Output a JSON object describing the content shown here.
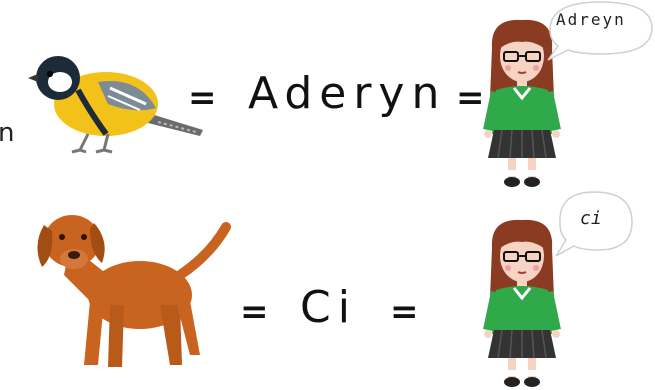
{
  "left_edge_letter": "n",
  "rows": [
    {
      "animal": "bird-icon",
      "word": "Aderyn",
      "equals_left": "=",
      "equals_right": "=",
      "speech": "Adreyn"
    },
    {
      "animal": "dog-icon",
      "word": "Ci",
      "equals_left": "=",
      "equals_right": "=",
      "speech": "ci"
    }
  ],
  "colors": {
    "bird_yellow": "#f2c21b",
    "dog_brown": "#c8641f",
    "girl_jumper": "#2fa94a",
    "girl_hair": "#8a3b22",
    "girl_skirt": "#333333"
  }
}
